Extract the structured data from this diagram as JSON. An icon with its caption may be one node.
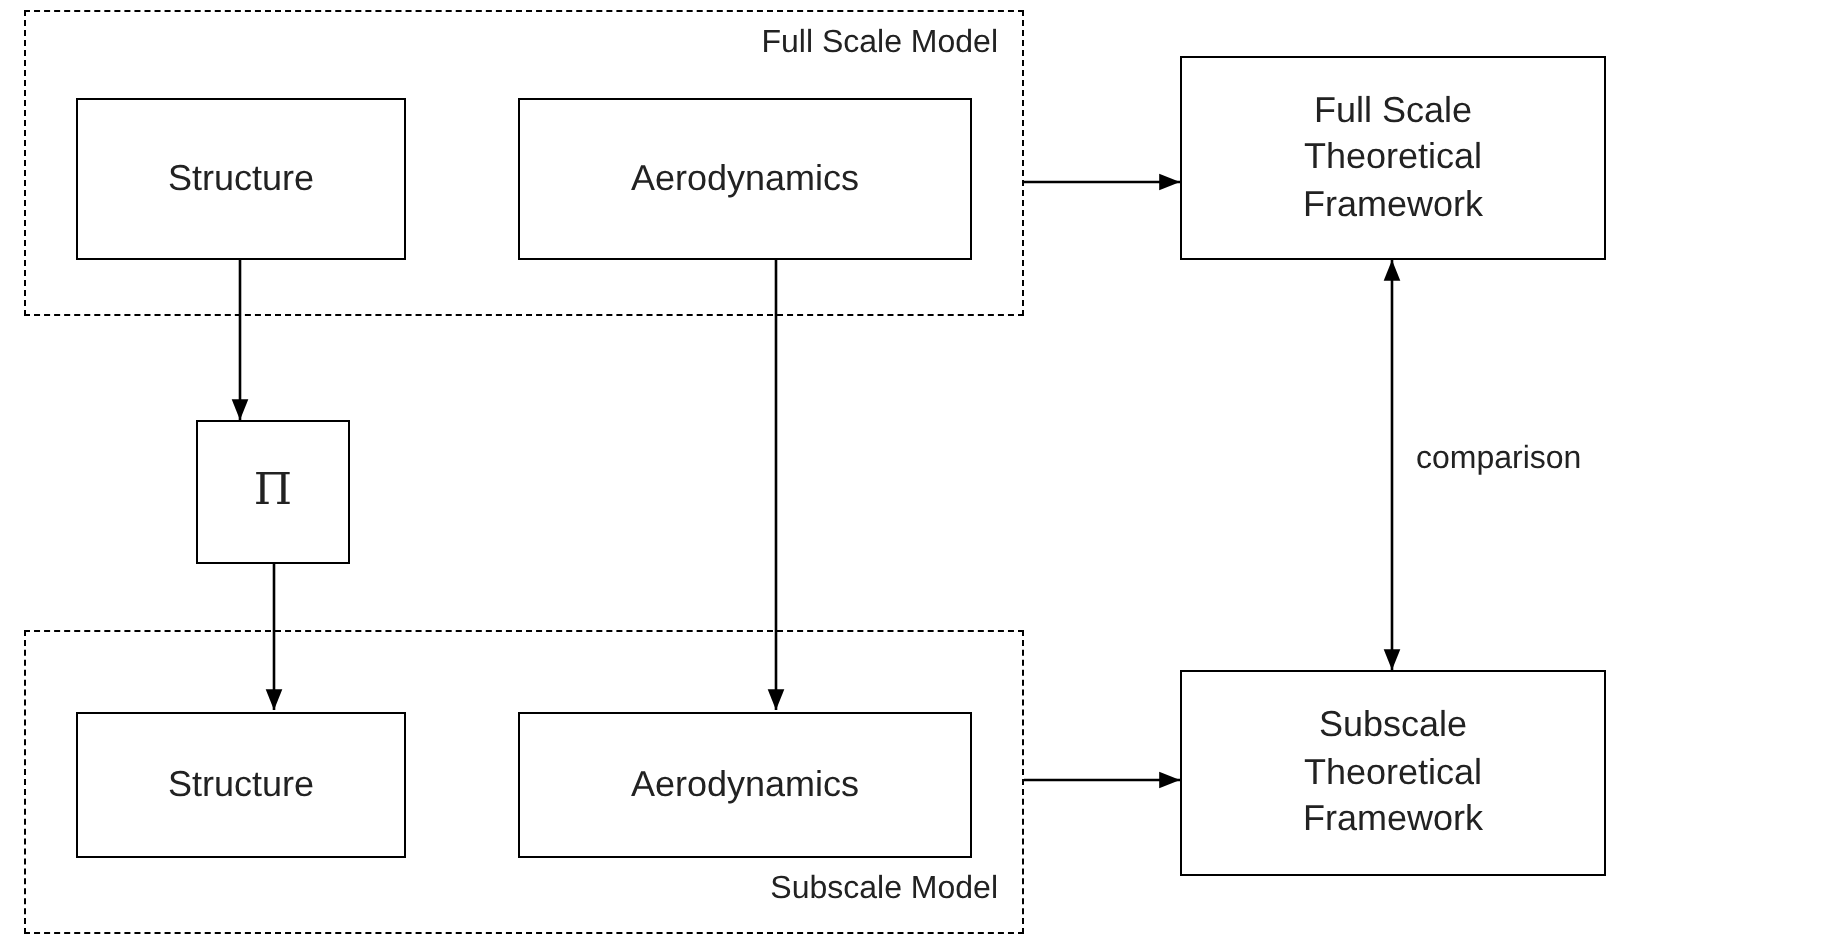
{
  "diagram": {
    "nodes": [
      {
        "text": [
          "Full Scale Model"
        ]
      },
      {
        "text": [
          "Structure"
        ],
        "in": 0
      },
      {
        "text": [
          "Aerodynamics"
        ],
        "in": 0
      },
      {
        "text": [
          "Full Scale Theoretical Framework"
        ]
      },
      {
        "text": [
          "Π"
        ]
      },
      {
        "text": [
          "Subscale Model"
        ]
      },
      {
        "text": [
          "Structure"
        ],
        "in": 5
      },
      {
        "text": [
          "Aerodynamics"
        ],
        "in": 5
      },
      {
        "text": [
          "Subscale Theoretical Framework"
        ]
      }
    ],
    "edges": [
      {
        "from": 0,
        "to": 3,
        "arrow": "to"
      },
      {
        "from": 1,
        "to": 4,
        "arrow": "to"
      },
      {
        "from": 4,
        "to": 6,
        "arrow": "to"
      },
      {
        "from": 2,
        "to": 7,
        "arrow": "to"
      },
      {
        "from": 3,
        "to": 8,
        "arrow": "both",
        "label": "comparison"
      },
      {
        "from": 5,
        "to": 8,
        "arrow": "to"
      }
    ]
  }
}
